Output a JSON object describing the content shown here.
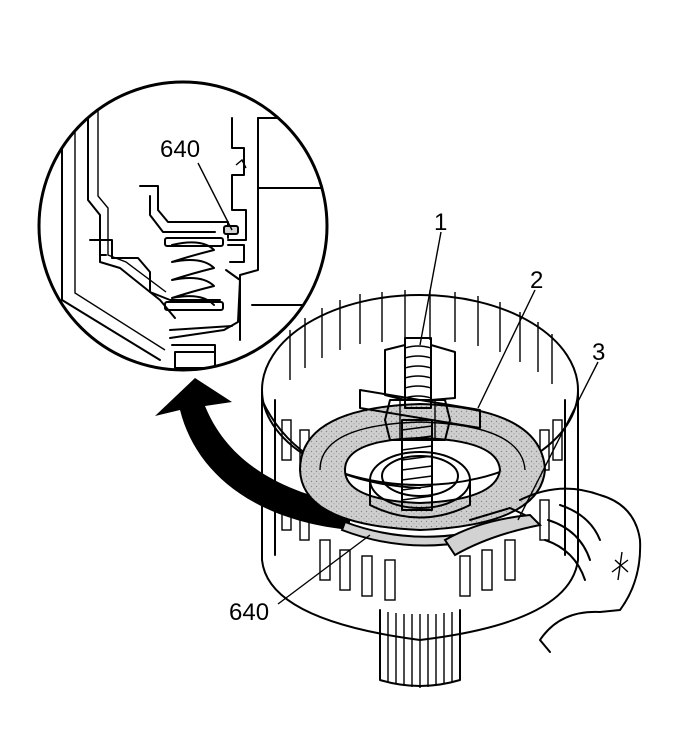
{
  "figure": {
    "background": "#ffffff",
    "ink": "#000000",
    "shade": "#d2d2d2"
  },
  "callouts": {
    "detail_part": "640",
    "tool_bolt": "1",
    "piston_plate": "2",
    "pliers": "3",
    "main_part": "640"
  }
}
